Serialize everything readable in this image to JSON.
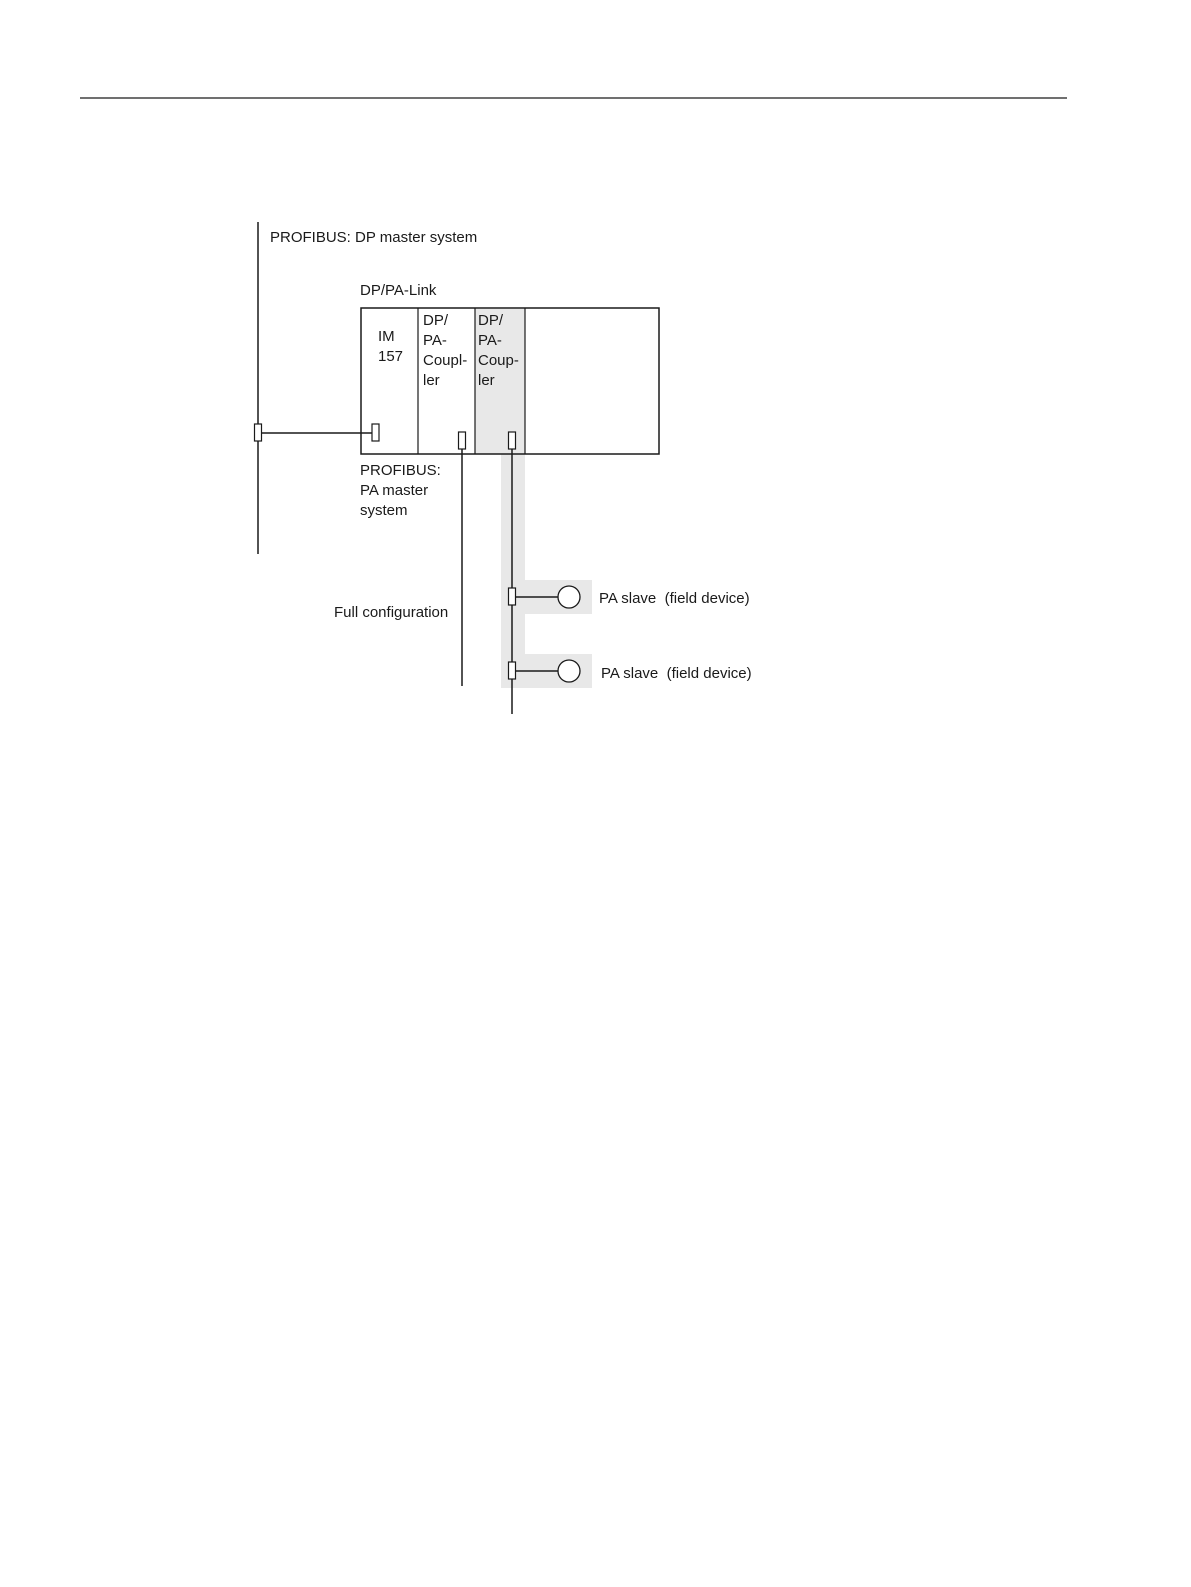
{
  "labels": {
    "dp_master": "PROFIBUS: DP master system",
    "dp_pa_link": "DP/PA-Link",
    "im157": "IM\n157",
    "coupler1": "DP/\nPA-\nCoupl-\nler",
    "coupler2": "DP/\nPA-\nCoup-\nler",
    "pa_master": "PROFIBUS:\nPA master\nsystem",
    "full_config": "Full configuration",
    "pa_slave_1": "PA slave  (field device)",
    "pa_slave_2": "PA slave  (field device)"
  },
  "colors": {
    "line": "#1a1a1a",
    "highlight": "#e8e8e8"
  }
}
